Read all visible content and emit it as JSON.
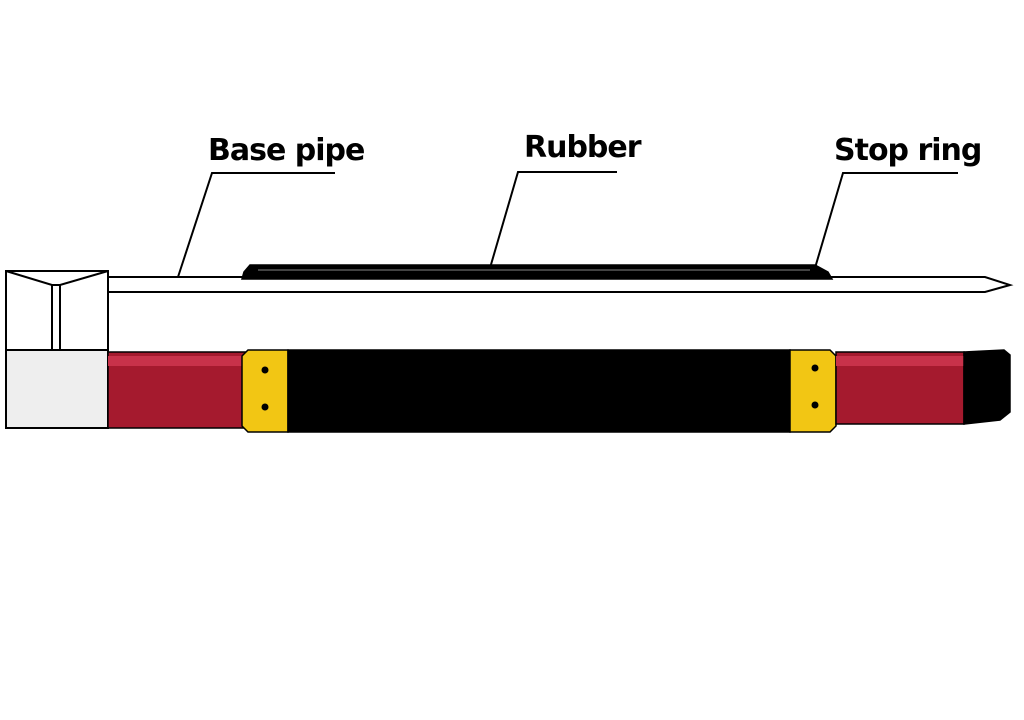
{
  "labels": {
    "base_pipe": "Base pipe",
    "rubber": "Rubber",
    "stop_ring": "Stop ring"
  },
  "colors": {
    "background": "#ffffff",
    "base_pipe": "#a51a2e",
    "rubber": "#000000",
    "stop_ring": "#f2c614",
    "coupling": "#eeeeee",
    "outline": "#000000"
  }
}
